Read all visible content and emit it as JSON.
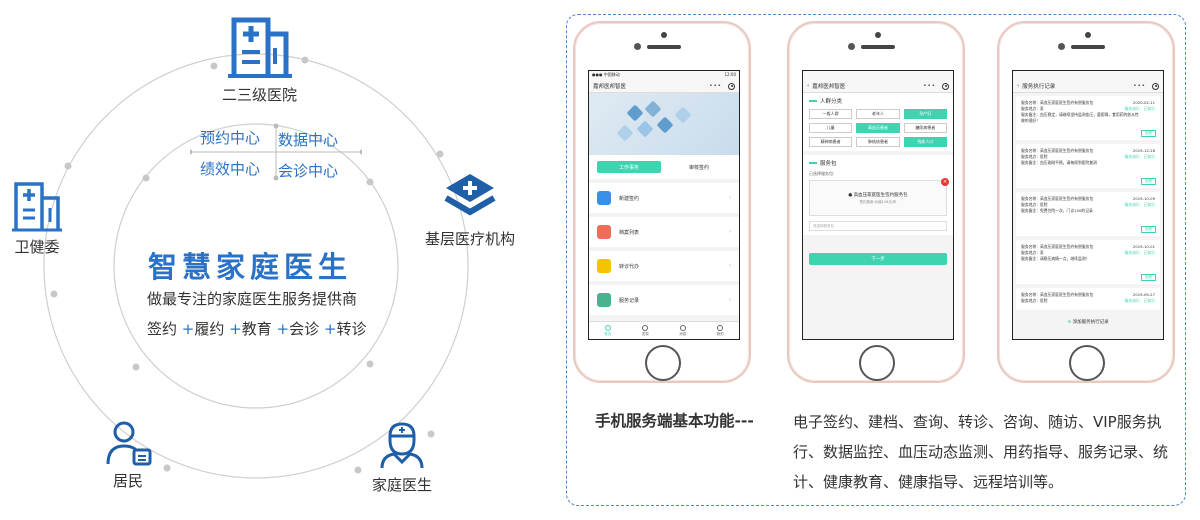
{
  "diagram": {
    "center_title": "智慧家庭医生",
    "center_subtitle": "做最专注的家庭医生服务提供商",
    "flow": [
      "签约",
      "履约",
      "教育",
      "会诊",
      "转诊"
    ],
    "flow_sep": "+",
    "nodes": {
      "hospital": {
        "label": "二三级医院",
        "icon": "hospital-building-icon"
      },
      "primary": {
        "label": "基层医疗机构",
        "icon": "medical-layers-icon"
      },
      "doctor": {
        "label": "家庭医生",
        "icon": "doctor-icon"
      },
      "resident": {
        "label": "居民",
        "icon": "resident-icon"
      },
      "health_committee": {
        "label": "卫健委",
        "icon": "government-building-icon"
      }
    },
    "hospital_services": [
      "预约中心",
      "数据中心",
      "绩效中心",
      "会诊中心"
    ],
    "colors": {
      "accent": "#2a72c6",
      "ring": "#cfcfcf"
    }
  },
  "phones": {
    "home": {
      "status_left": "●●● 中国移动",
      "status_right": "12:00",
      "title": "嘉邦医邦智医",
      "tabs": [
        "工作事务",
        "审核签约"
      ],
      "menu": [
        {
          "label": "新建签约",
          "color": "#3b8fe6"
        },
        {
          "label": "档案列表",
          "color": "#ef6b5a"
        },
        {
          "label": "转诊代办",
          "color": "#f5c400"
        },
        {
          "label": "服务记录",
          "color": "#4ab28f"
        }
      ],
      "tabbar": [
        "首页",
        "发现",
        "消息",
        "我的"
      ]
    },
    "signup": {
      "title": "嘉邦医邦智医",
      "crowd_heading": "人群分类",
      "crowd_items": [
        {
          "label": "一般人群",
          "on": false
        },
        {
          "label": "老年人",
          "on": false
        },
        {
          "label": "孕产妇",
          "on": true
        },
        {
          "label": "儿童",
          "on": false
        },
        {
          "label": "高血压患者",
          "on": true
        },
        {
          "label": "糖尿病患者",
          "on": false
        },
        {
          "label": "精神病患者",
          "on": false
        },
        {
          "label": "肺结核患者",
          "on": false
        },
        {
          "label": "残疾人口",
          "on": true
        }
      ],
      "package_heading": "服务包",
      "package_hint": "已选择服务包:",
      "package_name": "● 高血压家庭医生签约服务包",
      "package_detail": "签约费用:价值116元/年",
      "package_input": "请选择服务包",
      "next_button": "下一步"
    },
    "records": {
      "title": "服务执行记录",
      "items": [
        {
          "name": "服务名称：高血压家庭医生签约有偿服务包",
          "date": "2020-02-11",
          "place": "服务地点：家",
          "status": "服务执行：已执行",
          "note": "服务备注：血压稳定，请继续坚持监测血压，遵医嘱，食用药的依从性做的很好！"
        },
        {
          "name": "服务名称：高血压家庭医生签约有偿服务包",
          "date": "2019-12-28",
          "place": "服务地点：医院",
          "status": "服务执行：已执行",
          "note": "服务备注：血压刚刚平稳，请每周到医院复测"
        },
        {
          "name": "服务名称：高血压家庭医生签约有偿服务包",
          "date": "2019-10-09",
          "place": "服务地点：医院",
          "status": "服务执行：已执行",
          "note": "服务备注：免费住院一次，门诊150的记录"
        },
        {
          "name": "服务名称：高血压家庭医生签约有偿服务包",
          "date": "2019-10-01",
          "place": "服务地点：家",
          "status": "服务执行：已执行",
          "note": "服务备注：请稳压病情一点，继续监测！"
        },
        {
          "name": "服务名称：高血压家庭医生签约有偿服务包",
          "date": "2019-09-27",
          "place": "服务地点：医院",
          "status": "服务执行：已执行",
          "note": ""
        }
      ],
      "view_label": "查看",
      "add_label": "添加服务执行记录"
    }
  },
  "features": {
    "title": "手机服务端基本功能---",
    "description": "电子签约、建档、查询、转诊、咨询、随访、VIP服务执行、数据监控、血压动态监测、用药指导、服务记录、统计、健康教育、健康指导、远程培训等。"
  },
  "colors": {
    "teal": "#3fd3b0",
    "panel_border": "#4a86c8"
  }
}
